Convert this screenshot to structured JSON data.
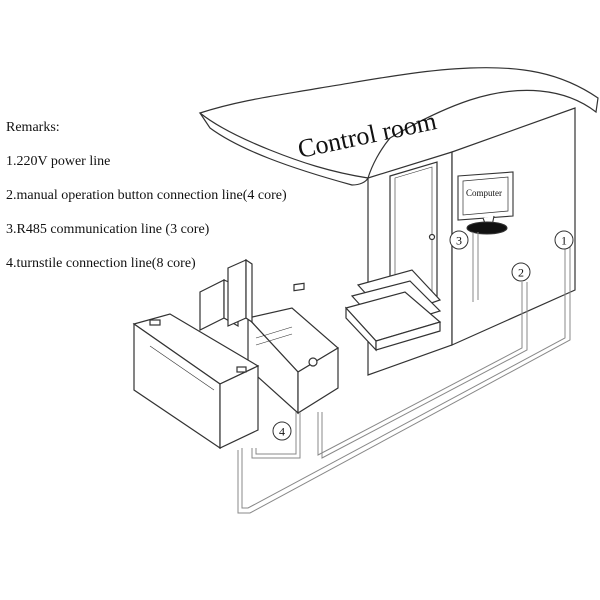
{
  "remarks": {
    "heading": "Remarks:",
    "items": [
      "1.220V power line",
      "2.manual operation button connection line(4 core)",
      "3.R485 communication line (3 core)",
      "4.turnstile connection line(8 core)"
    ]
  },
  "diagram": {
    "room_title": "Control room",
    "computer_label": "Computer",
    "markers": [
      "1",
      "2",
      "3",
      "4"
    ]
  }
}
